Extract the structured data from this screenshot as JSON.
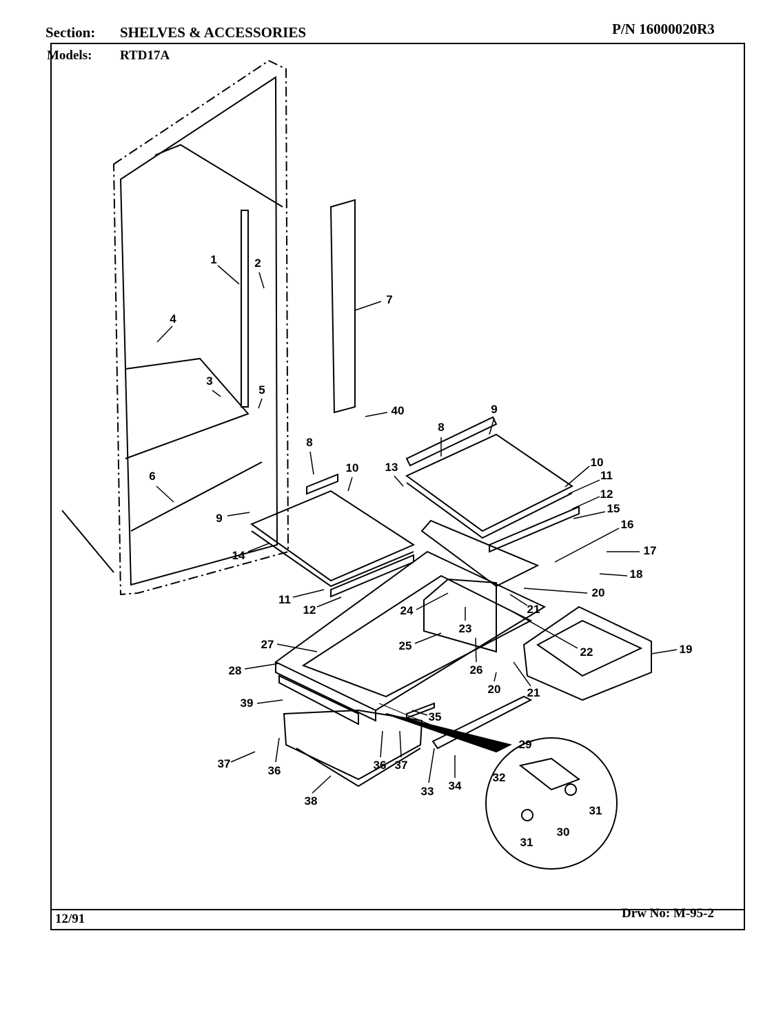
{
  "header": {
    "section_label": "Section:",
    "section_value": "SHELVES & ACCESSORIES",
    "part_number": "P/N 16000020R3",
    "models_label": "Models:",
    "models_value": "RTD17A"
  },
  "footer": {
    "date": "12/91",
    "drawing_number": "Drw No: M-95-2"
  },
  "callouts": [
    "1",
    "2",
    "4",
    "3",
    "5",
    "6",
    "7",
    "40",
    "8",
    "10",
    "9",
    "14",
    "11",
    "12",
    "8",
    "9",
    "13",
    "10",
    "11",
    "12",
    "15",
    "16",
    "17",
    "18",
    "20",
    "21",
    "24",
    "23",
    "22",
    "19",
    "27",
    "25",
    "26",
    "28",
    "20",
    "21",
    "39",
    "35",
    "29",
    "32",
    "37",
    "36",
    "36",
    "37",
    "31",
    "30",
    "31",
    "33",
    "34",
    "38"
  ]
}
